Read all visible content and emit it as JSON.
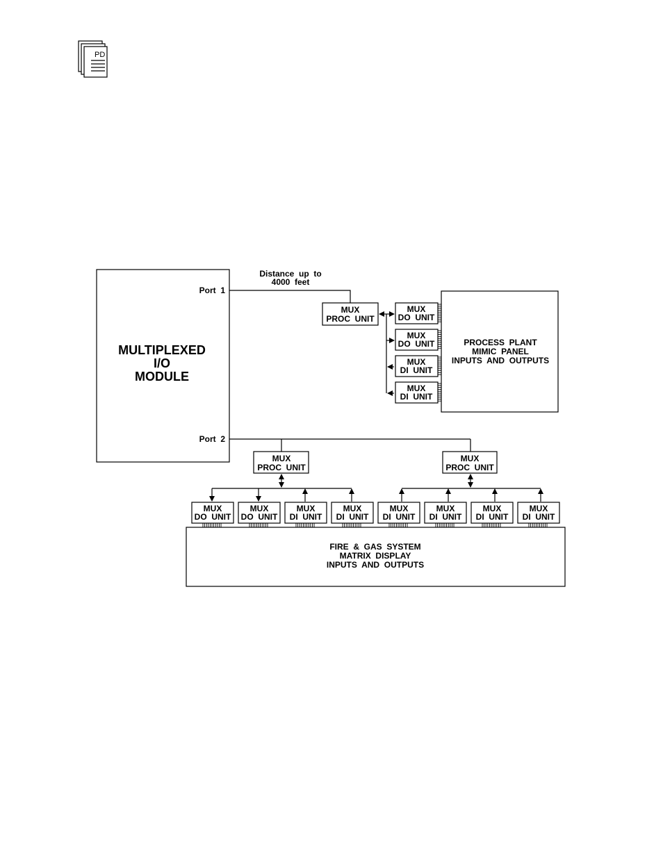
{
  "doc_icon": {
    "text": "PD"
  },
  "module": {
    "lines": [
      "MULTIPLEXED",
      "I/O",
      "MODULE"
    ],
    "port1": "Port  1",
    "port2": "Port  2"
  },
  "distance": {
    "lines": [
      "Distance  up  to",
      "4000  feet"
    ]
  },
  "proc_unit": [
    "MUX",
    "PROC  UNIT"
  ],
  "do_unit": [
    "MUX",
    "DO  UNIT"
  ],
  "di_unit": [
    "MUX",
    "DI  UNIT"
  ],
  "process_panel": {
    "lines": [
      "PROCESS  PLANT",
      "MIMIC  PANEL",
      "INPUTS  AND  OUTPUTS"
    ]
  },
  "fire_gas": {
    "lines": [
      "FIRE  &  GAS  SYSTEM",
      "MATRIX  DISPLAY",
      "INPUTS  AND  OUTPUTS"
    ]
  }
}
